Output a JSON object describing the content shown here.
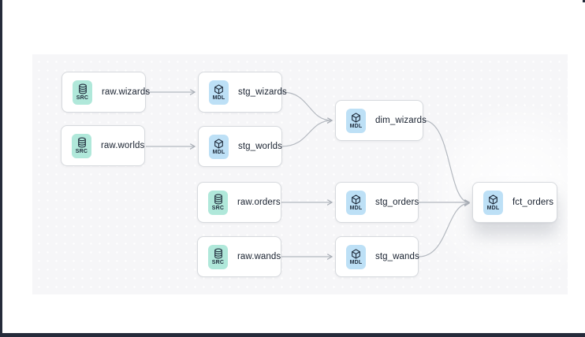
{
  "colors": {
    "frame_dark": "#252b3a",
    "canvas_bg": "#f6f6f8",
    "node_border": "#d7dade",
    "edge": "#b4b9c0",
    "source_badge_bg": "#b0e8da",
    "model_badge_bg": "#bde0f6",
    "badge_ink": "#1e2a3a",
    "label_ink": "#18212f"
  },
  "graph": {
    "nodes": [
      {
        "id": "raw.wizards",
        "label": "raw.wizards",
        "kind": "source",
        "badge": "SRC",
        "icon": "database-icon"
      },
      {
        "id": "stg_wizards",
        "label": "stg_wizards",
        "kind": "model",
        "badge": "MDL",
        "icon": "cube-icon"
      },
      {
        "id": "dim_wizards",
        "label": "dim_wizards",
        "kind": "model",
        "badge": "MDL",
        "icon": "cube-icon"
      },
      {
        "id": "raw.worlds",
        "label": "raw.worlds",
        "kind": "source",
        "badge": "SRC",
        "icon": "database-icon"
      },
      {
        "id": "stg_worlds",
        "label": "stg_worlds",
        "kind": "model",
        "badge": "MDL",
        "icon": "cube-icon"
      },
      {
        "id": "raw.orders",
        "label": "raw.orders",
        "kind": "source",
        "badge": "SRC",
        "icon": "database-icon"
      },
      {
        "id": "stg_orders",
        "label": "stg_orders",
        "kind": "model",
        "badge": "MDL",
        "icon": "cube-icon"
      },
      {
        "id": "fct_orders",
        "label": "fct_orders",
        "kind": "model",
        "badge": "MDL",
        "icon": "cube-icon"
      },
      {
        "id": "raw.wands",
        "label": "raw.wands",
        "kind": "source",
        "badge": "SRC",
        "icon": "database-icon"
      },
      {
        "id": "stg_wands",
        "label": "stg_wands",
        "kind": "model",
        "badge": "MDL",
        "icon": "cube-icon"
      }
    ],
    "edges": [
      {
        "from": "raw.wizards",
        "to": "stg_wizards"
      },
      {
        "from": "raw.worlds",
        "to": "stg_worlds"
      },
      {
        "from": "stg_wizards",
        "to": "dim_wizards"
      },
      {
        "from": "stg_worlds",
        "to": "dim_wizards"
      },
      {
        "from": "raw.orders",
        "to": "stg_orders"
      },
      {
        "from": "raw.wands",
        "to": "stg_wands"
      },
      {
        "from": "dim_wizards",
        "to": "fct_orders"
      },
      {
        "from": "stg_orders",
        "to": "fct_orders"
      },
      {
        "from": "stg_wands",
        "to": "fct_orders"
      }
    ]
  }
}
